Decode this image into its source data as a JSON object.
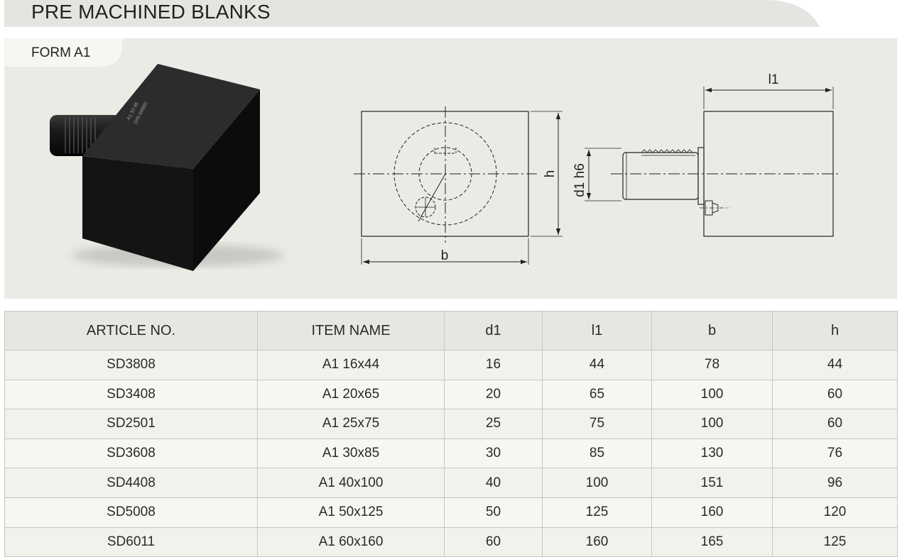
{
  "header": {
    "title": "PRE MACHINED BLANKS"
  },
  "section": {
    "form_label": "FORM A1"
  },
  "product_photo": {
    "engraving_line1": "A1 30 85",
    "engraving_line2": "DIN 69880"
  },
  "drawing": {
    "front_view_width_label": "b",
    "front_view_height_label": "h",
    "side_view_length_label": "l1",
    "side_view_shank_label": "d1 h6"
  },
  "table": {
    "headers": [
      "ARTICLE NO.",
      "ITEM NAME",
      "d1",
      "l1",
      "b",
      "h"
    ],
    "rows": [
      [
        "SD3808",
        "A1 16x44",
        "16",
        "44",
        "78",
        "44"
      ],
      [
        "SD3408",
        "A1 20x65",
        "20",
        "65",
        "100",
        "60"
      ],
      [
        "SD2501",
        "A1 25x75",
        "25",
        "75",
        "100",
        "60"
      ],
      [
        "SD3608",
        "A1 30x85",
        "30",
        "85",
        "130",
        "76"
      ],
      [
        "SD4408",
        "A1 40x100",
        "40",
        "100",
        "151",
        "96"
      ],
      [
        "SD5008",
        "A1 50x125",
        "50",
        "125",
        "160",
        "120"
      ],
      [
        "SD6011",
        "A1 60x160",
        "60",
        "160",
        "165",
        "125"
      ]
    ]
  },
  "colors": {
    "band": "#e3e6e0",
    "panel": "#ebebe6",
    "table_header": "#e7e7e1",
    "border": "#c6c6c0"
  }
}
